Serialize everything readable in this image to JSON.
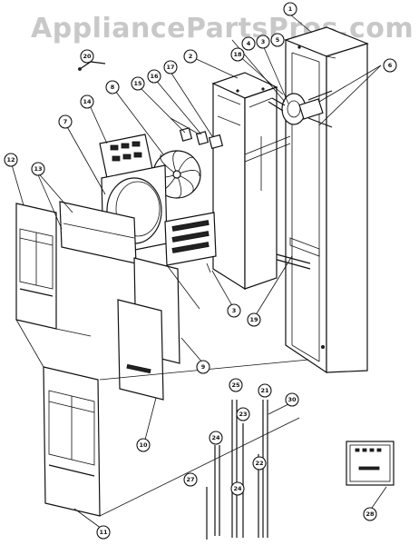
{
  "watermark": "AppliancePartsPros.com",
  "callouts": [
    {
      "id": "c1",
      "label": "1"
    },
    {
      "id": "c2",
      "label": "2"
    },
    {
      "id": "c3a",
      "label": "3"
    },
    {
      "id": "c3b",
      "label": "3"
    },
    {
      "id": "c4",
      "label": "4"
    },
    {
      "id": "c5",
      "label": "5"
    },
    {
      "id": "c6",
      "label": "6"
    },
    {
      "id": "c7",
      "label": "7"
    },
    {
      "id": "c8",
      "label": "8"
    },
    {
      "id": "c9",
      "label": "9"
    },
    {
      "id": "c10",
      "label": "10"
    },
    {
      "id": "c11",
      "label": "11"
    },
    {
      "id": "c12",
      "label": "12"
    },
    {
      "id": "c13",
      "label": "13"
    },
    {
      "id": "c14",
      "label": "14"
    },
    {
      "id": "c15",
      "label": "15"
    },
    {
      "id": "c16",
      "label": "16"
    },
    {
      "id": "c17",
      "label": "17"
    },
    {
      "id": "c18",
      "label": "18"
    },
    {
      "id": "c19",
      "label": "19"
    },
    {
      "id": "c20",
      "label": "20"
    },
    {
      "id": "c21",
      "label": "21"
    },
    {
      "id": "c22",
      "label": "22"
    },
    {
      "id": "c23",
      "label": "23"
    },
    {
      "id": "c24a",
      "label": "24"
    },
    {
      "id": "c24b",
      "label": "24"
    },
    {
      "id": "c25",
      "label": "25"
    },
    {
      "id": "c27",
      "label": "27"
    },
    {
      "id": "c28",
      "label": "28"
    },
    {
      "id": "c30",
      "label": "30"
    }
  ]
}
